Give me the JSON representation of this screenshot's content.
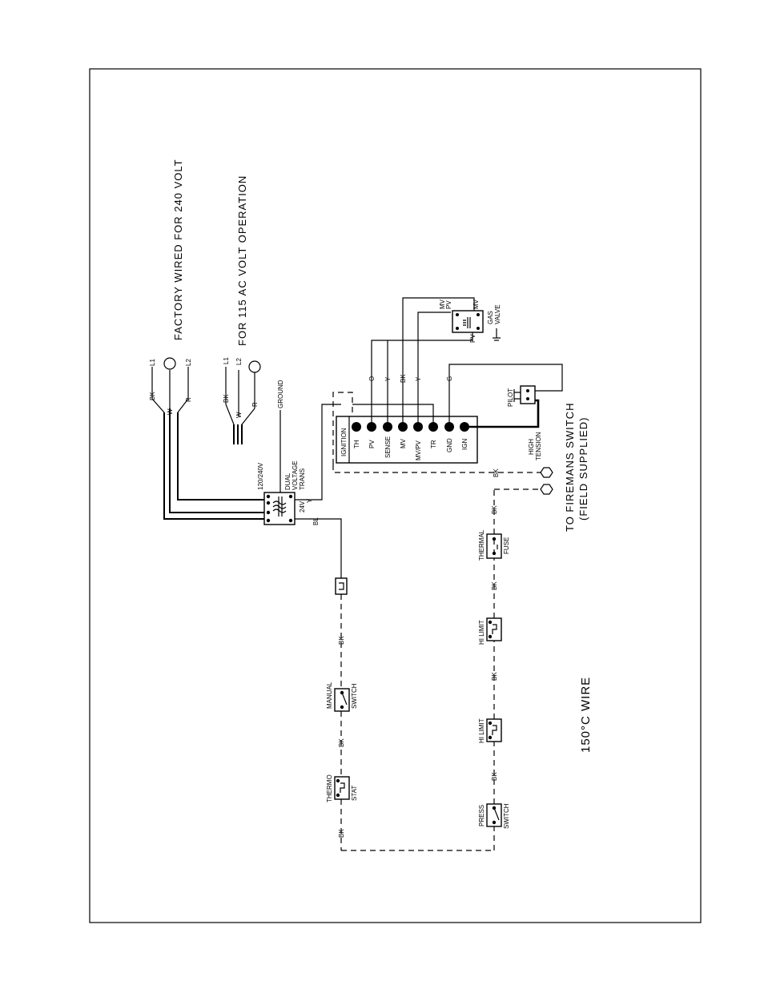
{
  "notes": {
    "factory_wired": "FACTORY WIRED FOR 240 VOLT",
    "for_115": "FOR 115 AC VOLT OPERATION",
    "wire_rating": "150°C WIRE",
    "firemans_line1": "TO FIREMANS SWITCH",
    "firemans_line2": "(FIELD SUPPLIED)"
  },
  "supply_240": {
    "l1": "L1",
    "l2": "L2",
    "bk": "BK",
    "w": "W",
    "r": "R"
  },
  "supply_115": {
    "l1": "L1",
    "l2": "L2",
    "bk": "BK",
    "w": "W",
    "r": "R"
  },
  "ground": "GROUND",
  "transformer": {
    "rating": "120/240V",
    "line1": "DUAL",
    "line2": "VOLTAGE",
    "line3": "TRANS",
    "secondary": "24V",
    "y": "Y",
    "bl": "BL"
  },
  "ignition": {
    "label": "IGNITION",
    "terminals": [
      "TH",
      "PV",
      "SENSE",
      "MV",
      "MV/PV",
      "TR",
      "GND",
      "IGN"
    ]
  },
  "module_wires": {
    "o": "O",
    "y1": "Y",
    "bk": "BK",
    "y2": "Y",
    "g": "G"
  },
  "gas_valve": {
    "mv": "MV",
    "pv": "PV",
    "mvpv_top": "MV",
    "mvpv_bottom": "PV",
    "pv_bottom": "PV",
    "label1": "GAS",
    "label2": "VALVE"
  },
  "pilot": "PILOT",
  "high_tension": {
    "line1": "HIGH",
    "line2": "TENSION"
  },
  "safety_circuit": {
    "wire_color": "BK",
    "manual_switch": {
      "line1": "MANUAL",
      "line2": "SWITCH"
    },
    "thermostat": {
      "line1": "THERMO",
      "line2": "STAT"
    },
    "press_switch": {
      "line1": "PRESS",
      "line2": "SWITCH"
    },
    "hi_limit_1": "HI LIMIT",
    "hi_limit_2": "HI LIMIT",
    "thermal_fuse": {
      "line1": "THERMAL",
      "line2": "FUSE"
    }
  }
}
